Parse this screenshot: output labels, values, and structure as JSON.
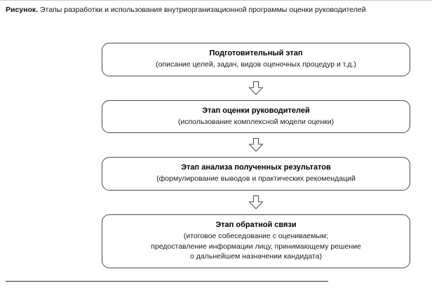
{
  "caption": {
    "label": "Рисунок.",
    "text": " Этапы разработки и использования внутриорганизационной программы оценки руководителей"
  },
  "diagram": {
    "steps": [
      {
        "title": "Подготовительный этап",
        "line1": "(описание целей, задач, видов оценочных процедур и т.д.)"
      },
      {
        "title": "Этап оценки руководителей",
        "line1": "(использование комплексной модели оценки)"
      },
      {
        "title": "Этап анализа полученных результатов",
        "line1": "(формулирование выводов и практических рекомендаций"
      },
      {
        "title": "Этап обратной связи",
        "line1": "(итоговое собеседование с оцениваемым;",
        "line2": "предоставление информации лицу, принимающему решение",
        "line3": "о дальнейшем назначении кандидата)"
      }
    ]
  },
  "colors": {
    "box_border": "#4a4a4a",
    "text": "#1a1a1a",
    "background": "#ffffff"
  }
}
